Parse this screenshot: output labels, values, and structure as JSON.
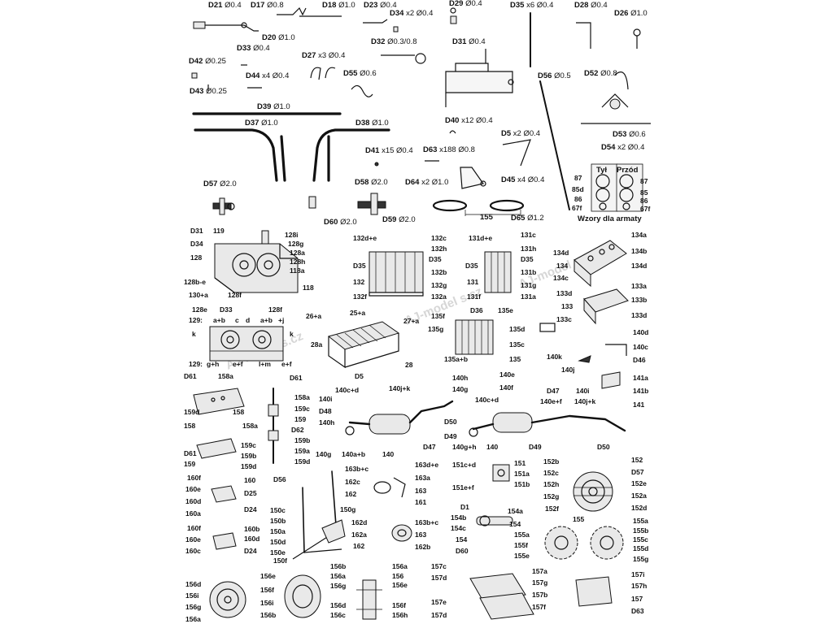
{
  "wires": [
    {
      "id": "D21",
      "spec": "Ø0.4"
    },
    {
      "id": "D17",
      "spec": "Ø0.8"
    },
    {
      "id": "D18",
      "spec": "Ø1.0"
    },
    {
      "id": "D23",
      "spec": "Ø0.4"
    },
    {
      "id": "D34",
      "spec": "x2 Ø0.4"
    },
    {
      "id": "D29",
      "spec": "Ø0.4"
    },
    {
      "id": "D35",
      "spec": "x6 Ø0.4"
    },
    {
      "id": "D28",
      "spec": "Ø0.4"
    },
    {
      "id": "D26",
      "spec": "Ø1.0"
    },
    {
      "id": "D20",
      "spec": "Ø1.0"
    },
    {
      "id": "D33",
      "spec": "Ø0.4"
    },
    {
      "id": "D32",
      "spec": "Ø0.3/0.8"
    },
    {
      "id": "D31",
      "spec": "Ø0.4"
    },
    {
      "id": "D27",
      "spec": "x3 Ø0.4"
    },
    {
      "id": "D42",
      "spec": "Ø0.25"
    },
    {
      "id": "D44",
      "spec": "x4 Ø0.4"
    },
    {
      "id": "D55",
      "spec": "Ø0.6"
    },
    {
      "id": "D56",
      "spec": "Ø0.5"
    },
    {
      "id": "D52",
      "spec": "Ø0.8"
    },
    {
      "id": "D43",
      "spec": "Ø0.25"
    },
    {
      "id": "D39",
      "spec": "Ø1.0"
    },
    {
      "id": "D40",
      "spec": "x12 Ø0.4"
    },
    {
      "id": "D37",
      "spec": "Ø1.0"
    },
    {
      "id": "D38",
      "spec": "Ø1.0"
    },
    {
      "id": "D5",
      "spec": "x2 Ø0.4"
    },
    {
      "id": "D53",
      "spec": "Ø0.6"
    },
    {
      "id": "D54",
      "spec": "x2 Ø0.4"
    },
    {
      "id": "D41",
      "spec": "x15 Ø0.4"
    },
    {
      "id": "D63",
      "spec": "x188 Ø0.8"
    },
    {
      "id": "D45",
      "spec": "x4 Ø0.4"
    },
    {
      "id": "D57",
      "spec": "Ø2.0"
    },
    {
      "id": "D58",
      "spec": "Ø2.0"
    },
    {
      "id": "D64",
      "spec": "x2 Ø1.0"
    },
    {
      "id": "D60",
      "spec": "Ø2.0"
    },
    {
      "id": "D59",
      "spec": "Ø2.0"
    },
    {
      "id": "D65",
      "spec": "Ø1.2"
    }
  ],
  "d64_dim": "155",
  "armature": {
    "title": "Wzory dla armaty",
    "rear": "Tył",
    "front": "Przód",
    "left_labels": [
      "87",
      "85d",
      "86",
      "67f"
    ],
    "right_labels": [
      "87",
      "85",
      "86",
      "67f"
    ]
  },
  "watermark": "AJ-model s.cz",
  "callouts": [
    "D31",
    "119",
    "128i",
    "128g",
    "D34",
    "128a",
    "128",
    "128h",
    "118a",
    "128b-e",
    "130+a",
    "128f",
    "118",
    "132d+e",
    "132c",
    "132h",
    "D35",
    "D35",
    "132b",
    "132",
    "132g",
    "132f",
    "132a",
    "131d+e",
    "131c",
    "131h",
    "D35",
    "D35",
    "131b",
    "131",
    "131g",
    "131f",
    "131a",
    "134a",
    "134d",
    "134b",
    "134",
    "134c",
    "134d",
    "133d",
    "133a",
    "133",
    "133b",
    "133c",
    "133d",
    "128e",
    "D33",
    "128f",
    "129:",
    "a+b",
    "c",
    "d",
    "a+b",
    "+j",
    "k",
    "k",
    "129:",
    "g+h",
    "e+f",
    "l+m",
    "e+f",
    "26+a",
    "25+a",
    "27+a",
    "28a",
    "D5",
    "28",
    "D36",
    "135e",
    "135f",
    "135g",
    "135d",
    "135c",
    "135a+b",
    "135",
    "140d",
    "140c",
    "D46",
    "140k",
    "140j",
    "141a",
    "141b",
    "141",
    "D61",
    "158a",
    "159d",
    "158",
    "D61",
    "158a",
    "159c",
    "159",
    "D62",
    "159b",
    "159a",
    "159d",
    "158",
    "158a",
    "D61",
    "159c",
    "159b",
    "159",
    "159d",
    "140c+d",
    "140j+k",
    "140i",
    "D48",
    "140h",
    "D50",
    "140g",
    "140a+b",
    "140",
    "D47",
    "D49",
    "140h",
    "140g",
    "140e",
    "140f",
    "D47",
    "140i",
    "140j+k",
    "140c+d",
    "140e+f",
    "D50",
    "140g+h",
    "140",
    "D49",
    "163b+c",
    "163d+e",
    "163a",
    "162c",
    "163",
    "162",
    "161",
    "151c+d",
    "151",
    "151a",
    "151b",
    "151e+f",
    "152b",
    "152",
    "152c",
    "D57",
    "152h",
    "152e",
    "152g",
    "152a",
    "152f",
    "152d",
    "160f",
    "160",
    "160e",
    "D25",
    "160d",
    "D24",
    "160a",
    "D56",
    "150c",
    "150b",
    "150a",
    "150d",
    "150e",
    "150f",
    "150g",
    "162d",
    "163b+c",
    "162a",
    "163",
    "162",
    "162b",
    "D1",
    "154a",
    "154b",
    "154",
    "154c",
    "154",
    "D60",
    "155",
    "155a",
    "155b",
    "155a",
    "155c",
    "155f",
    "155d",
    "155e",
    "155g",
    "160f",
    "160b",
    "160e",
    "160d",
    "160c",
    "D24",
    "156b",
    "156a",
    "156e",
    "156",
    "156a",
    "156e",
    "156g",
    "156d",
    "156f",
    "156i",
    "156d",
    "156f",
    "156c",
    "156h",
    "156b",
    "156g",
    "156a",
    "156i",
    "157c",
    "157a",
    "157d",
    "157g",
    "157e",
    "157b",
    "157d",
    "157f",
    "157i",
    "157h",
    "157",
    "D63"
  ]
}
